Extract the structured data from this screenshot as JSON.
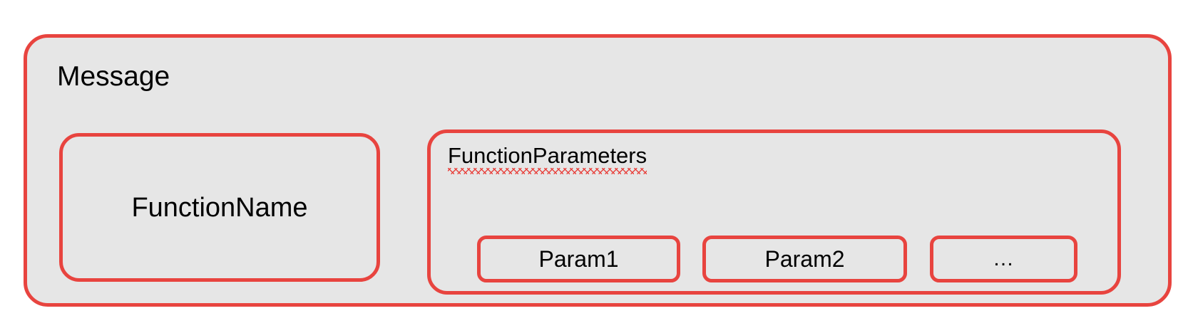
{
  "diagram": {
    "background_color": "#ffffff",
    "box_fill_color": "#e6e6e6",
    "box_border_color": "#e8443f",
    "text_color": "#000000",
    "spellcheck_underline_color": "#e8443f",
    "message": {
      "title": "Message",
      "function_name": {
        "label": "FunctionName"
      },
      "function_parameters": {
        "title": "FunctionParameters",
        "has_spellcheck_underline": true,
        "params": [
          {
            "label": "Param1"
          },
          {
            "label": "Param2"
          },
          {
            "label": "…"
          }
        ]
      }
    }
  }
}
